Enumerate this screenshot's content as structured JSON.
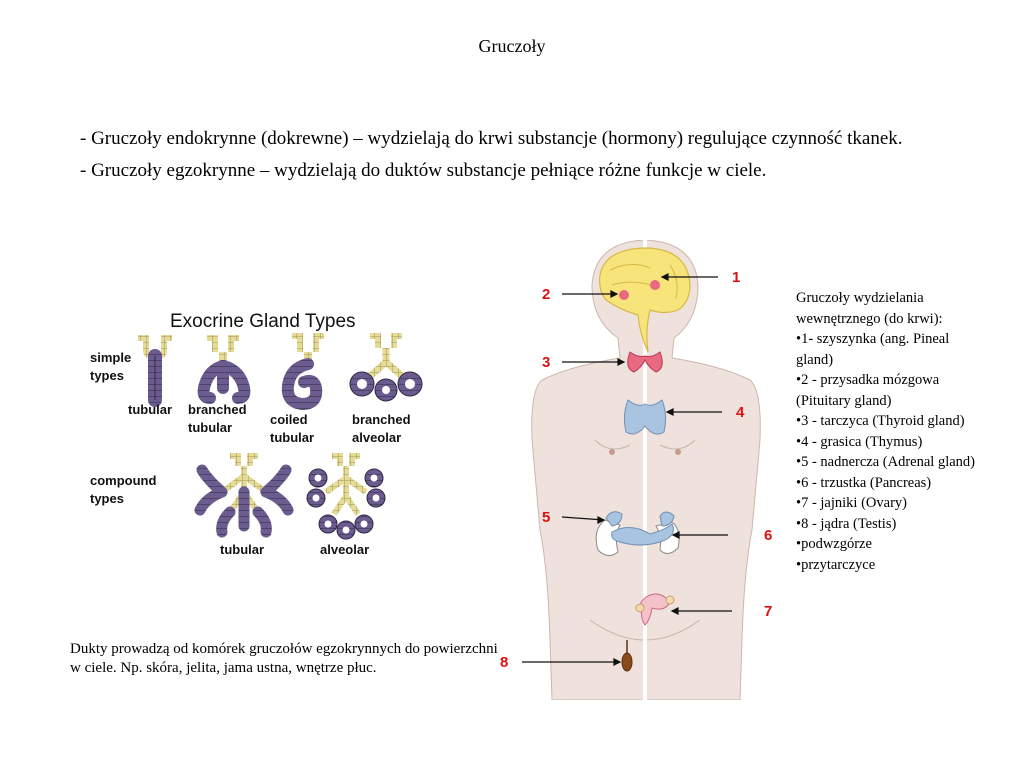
{
  "slide": {
    "title": "Gruczoły",
    "bullets": [
      "- Gruczoły endokrynne (dokrewne) – wydzielają do krwi substancje (hormony) regulujące czynność tkanek.",
      "- Gruczoły egzokrynne – wydzielają do duktów substancje pełniące różne funkcje w ciele."
    ]
  },
  "exocrine_figure": {
    "title": "Exocrine Gland Types",
    "simple_label": [
      "simple",
      "types"
    ],
    "compound_label": [
      "compound",
      "types"
    ],
    "simple_types": [
      [
        "tubular"
      ],
      [
        "branched",
        "tubular"
      ],
      [
        "coiled",
        "tubular"
      ],
      [
        "branched",
        "alveolar"
      ]
    ],
    "compound_types": [
      [
        "tubular"
      ],
      [
        "alveolar"
      ]
    ],
    "colors": {
      "duct": "#e6dc96",
      "secretory": "#6b5b8e",
      "secretory_outline": "#2f2845"
    }
  },
  "ducts_note": "Dukty prowadzą od komórek gruczołów egzokrynnych do powierzchni w ciele. Np. skóra, jelita, jama ustna, wnętrze płuc.",
  "body_figure": {
    "labels": [
      "1",
      "2",
      "3",
      "4",
      "5",
      "6",
      "7",
      "8"
    ],
    "colors": {
      "skin": "#efe2dc",
      "brain": "#f7e47a",
      "thyroid": "#e96a80",
      "gland_blue": "#a9c4e0",
      "label": "#dd1111"
    }
  },
  "endocrine_list": {
    "lines": [
      "Gruczoły wydzielania",
      "wewnętrznego (do krwi):",
      "•1- szyszynka (ang. Pineal",
      "gland)",
      "•2 - przysadka mózgowa",
      "(Pituitary gland)",
      "•3 - tarczyca (Thyroid gland)",
      "•4 - grasica (Thymus)",
      "•5 - nadnercza (Adrenal gland)",
      "•6 - trzustka (Pancreas)",
      "•7 - jajniki (Ovary)",
      "•8 - jądra (Testis)",
      "•podwzgórze",
      "•przytarczyce"
    ]
  }
}
